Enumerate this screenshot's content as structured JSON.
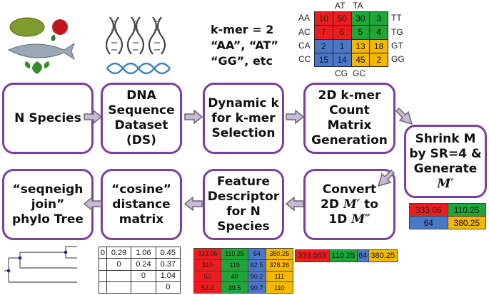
{
  "boxes": {
    "n_species": "N Species",
    "dna_dataset": "DNA\nSequence\nDataset\n(DS)",
    "dynamic_k": "Dynamic k\nfor k-mer\nSelection",
    "count_matrix": "2D k-mer\nCount Matrix\nGeneration",
    "shrink_line1": "Shrink M",
    "shrink_line2": "by SR=4 &",
    "shrink_line3": "Generate",
    "shrink_symbol": "M′",
    "convert_line1": "Convert",
    "convert_pre": "2D ",
    "convert_sym1": "M′",
    "convert_post": " to",
    "convert_pre2": "1D ",
    "convert_sym2": "M″",
    "feature_descriptor": "Feature\nDescriptor\nfor N\nSpecies",
    "cosine_matrix": "“cosine”\ndistance\nmatrix",
    "phylo_tree": "“seqneigh\njoin”\nphylo Tree"
  },
  "kmer_note": [
    "k-mer = 2",
    "“AA”, “AT”",
    "“GG”, etc"
  ],
  "count_grid": {
    "top_labels": [
      "AT",
      "TA"
    ],
    "bottom_labels": [
      "CG",
      "GC"
    ],
    "left_labels": [
      "AA",
      "AC",
      "CA",
      "CC"
    ],
    "right_labels": [
      "TT",
      "TG",
      "GT",
      "GG"
    ],
    "rows": [
      [
        "10",
        "50",
        "30",
        "3"
      ],
      [
        "7",
        "6",
        "5",
        "4"
      ],
      [
        "2",
        "1",
        "13",
        "18"
      ],
      [
        "15",
        "14",
        "45",
        "2"
      ]
    ]
  },
  "shrunk_matrix": [
    [
      "333.06",
      "110.25"
    ],
    [
      "64",
      "380.25"
    ]
  ],
  "vector_1d": [
    "333.063",
    "110.25",
    "64",
    "380.25"
  ],
  "feature_matrix": [
    [
      "333.06",
      "110.25",
      "64",
      "380.25"
    ],
    [
      "310",
      "119",
      "62.5",
      "378.26"
    ],
    [
      "50",
      "40",
      "90.2",
      "111"
    ],
    [
      "52.2",
      "39.5",
      "90.7",
      "110"
    ]
  ],
  "distance_matrix": [
    [
      "0",
      "0.29",
      "1.06",
      "0.45"
    ],
    [
      "",
      "0",
      "0.24",
      "0.37"
    ],
    [
      "",
      "",
      "0",
      "1.04"
    ],
    [
      "",
      "",
      "",
      "0"
    ]
  ],
  "colors": {
    "box_border": "#7b3f9e",
    "arrow_fill": "#c9b8d9",
    "arrow_stroke": "#6a6a6a",
    "red": "#ee1c1c",
    "green": "#1fa637",
    "blue": "#4a78c9",
    "yellow": "#f5b800"
  }
}
